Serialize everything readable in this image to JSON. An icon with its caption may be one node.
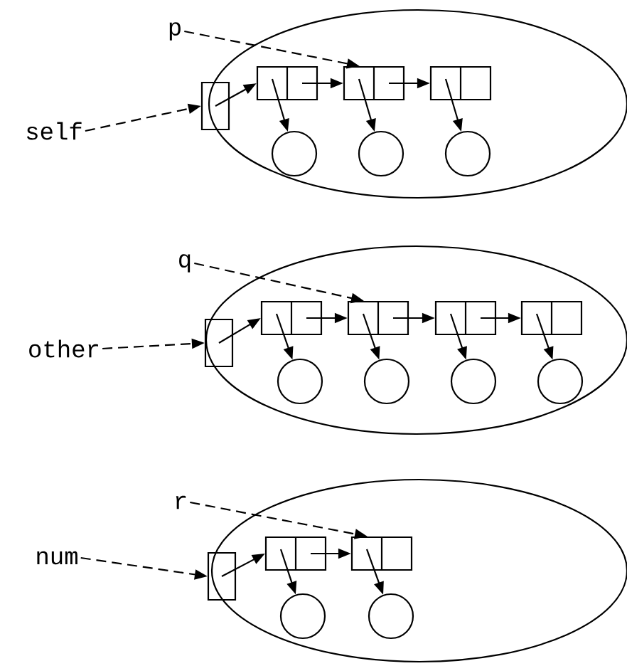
{
  "diagram": {
    "nodes": [
      {
        "text": [
          "p"
        ]
      },
      {
        "text": [
          "self"
        ]
      },
      {
        "text": [],
        "shape": "ellipse"
      },
      {
        "text": [],
        "shape": "box",
        "in": 2
      },
      {
        "text": [],
        "shape": "box",
        "in": 2
      },
      {
        "text": [],
        "shape": "box",
        "in": 2
      },
      {
        "text": [],
        "shape": "box",
        "in": 2
      },
      {
        "text": [],
        "shape": "circle",
        "in": 2
      },
      {
        "text": [],
        "shape": "circle",
        "in": 2
      },
      {
        "text": [],
        "shape": "circle",
        "in": 2
      },
      {
        "text": [
          "q"
        ]
      },
      {
        "text": [
          "other"
        ]
      },
      {
        "text": [],
        "shape": "ellipse"
      },
      {
        "text": [],
        "shape": "box",
        "in": 12
      },
      {
        "text": [],
        "shape": "box",
        "in": 12
      },
      {
        "text": [],
        "shape": "box",
        "in": 12
      },
      {
        "text": [],
        "shape": "box",
        "in": 12
      },
      {
        "text": [],
        "shape": "box",
        "in": 12
      },
      {
        "text": [],
        "shape": "circle",
        "in": 12
      },
      {
        "text": [],
        "shape": "circle",
        "in": 12
      },
      {
        "text": [],
        "shape": "circle",
        "in": 12
      },
      {
        "text": [],
        "shape": "circle",
        "in": 12
      },
      {
        "text": [
          "r"
        ]
      },
      {
        "text": [
          "num"
        ]
      },
      {
        "text": [],
        "shape": "ellipse"
      },
      {
        "text": [],
        "shape": "box",
        "in": 24
      },
      {
        "text": [],
        "shape": "box",
        "in": 24
      },
      {
        "text": [],
        "shape": "box",
        "in": 24
      },
      {
        "text": [],
        "shape": "circle",
        "in": 24
      },
      {
        "text": [],
        "shape": "circle",
        "in": 24
      }
    ],
    "edges": [
      {
        "from": 1,
        "to": 3,
        "arrow": "to",
        "style": "dashed"
      },
      {
        "from": 0,
        "to": 5,
        "arrow": "to",
        "style": "dashed"
      },
      {
        "from": 3,
        "to": 4,
        "arrow": "to"
      },
      {
        "from": 4,
        "to": 5,
        "arrow": "to"
      },
      {
        "from": 5,
        "to": 6,
        "arrow": "to"
      },
      {
        "from": 4,
        "to": 7,
        "arrow": "to"
      },
      {
        "from": 5,
        "to": 8,
        "arrow": "to"
      },
      {
        "from": 6,
        "to": 9,
        "arrow": "to"
      },
      {
        "from": 11,
        "to": 13,
        "arrow": "to",
        "style": "dashed"
      },
      {
        "from": 10,
        "to": 15,
        "arrow": "to",
        "style": "dashed"
      },
      {
        "from": 13,
        "to": 14,
        "arrow": "to"
      },
      {
        "from": 14,
        "to": 15,
        "arrow": "to"
      },
      {
        "from": 15,
        "to": 16,
        "arrow": "to"
      },
      {
        "from": 16,
        "to": 17,
        "arrow": "to"
      },
      {
        "from": 14,
        "to": 18,
        "arrow": "to"
      },
      {
        "from": 15,
        "to": 19,
        "arrow": "to"
      },
      {
        "from": 16,
        "to": 20,
        "arrow": "to"
      },
      {
        "from": 17,
        "to": 21,
        "arrow": "to"
      },
      {
        "from": 23,
        "to": 25,
        "arrow": "to",
        "style": "dashed"
      },
      {
        "from": 22,
        "to": 27,
        "arrow": "to",
        "style": "dashed"
      },
      {
        "from": 25,
        "to": 26,
        "arrow": "to"
      },
      {
        "from": 26,
        "to": 27,
        "arrow": "to"
      },
      {
        "from": 26,
        "to": 28,
        "arrow": "to"
      },
      {
        "from": 27,
        "to": 29,
        "arrow": "to"
      }
    ]
  }
}
